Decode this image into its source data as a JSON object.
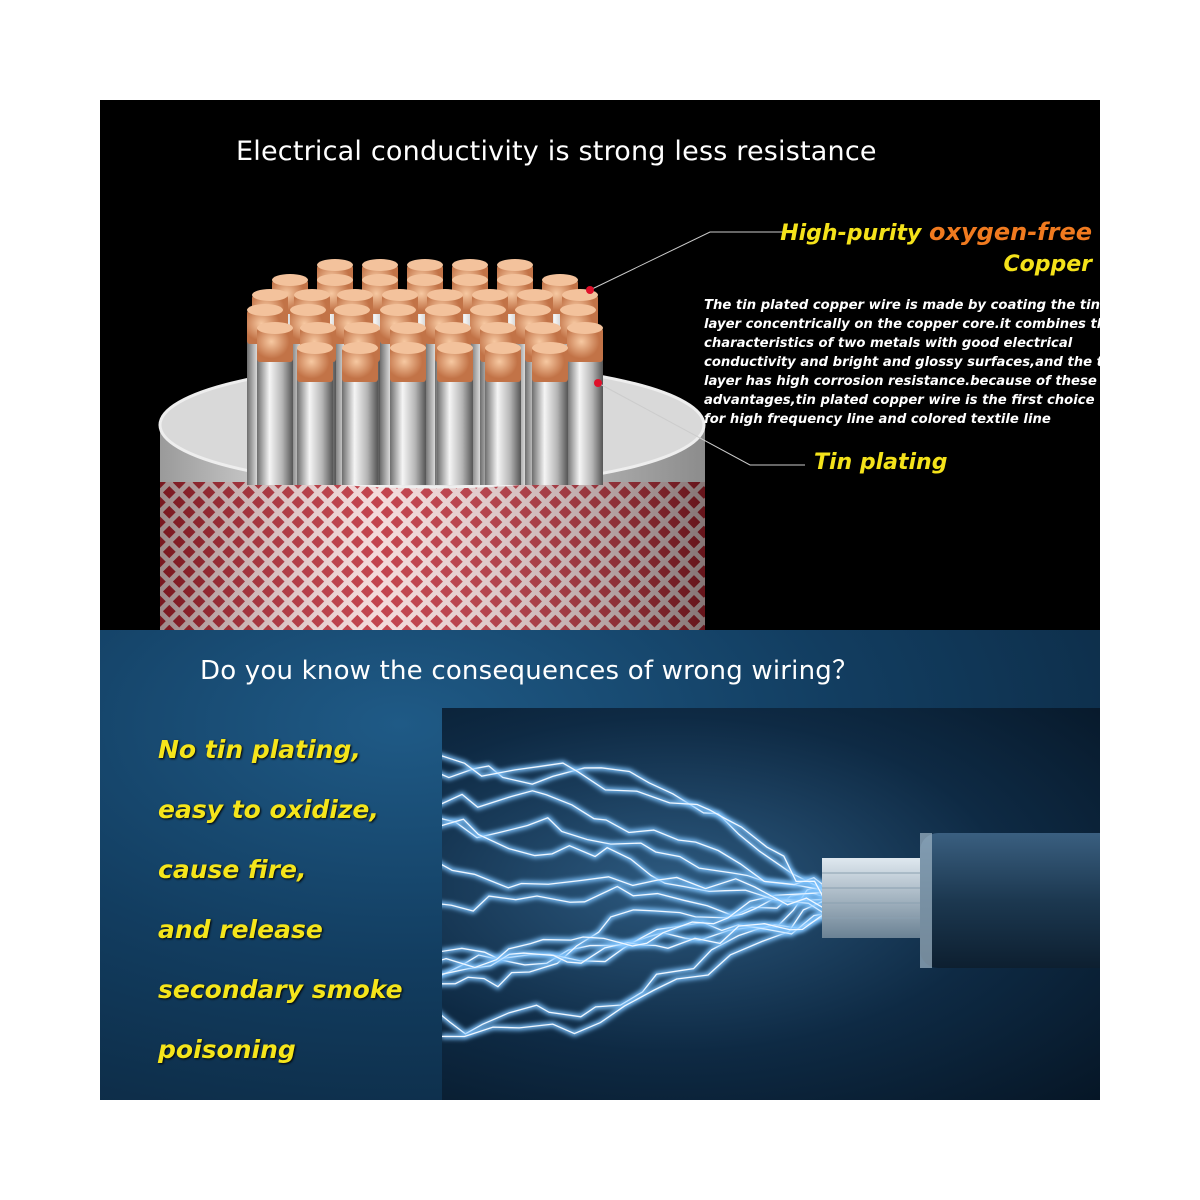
{
  "top_panel": {
    "title": "Electrical conductivity is strong less resistance",
    "callout_copper": {
      "prefix": "High-purity",
      "highlight": "oxygen-free",
      "line2": "Copper"
    },
    "callout_tin": "Tin plating",
    "description_lines": [
      "The tin plated copper wire is made by coating the tin",
      "layer concentrically on the copper core.it combines the",
      "characteristics of two metals with good electrical",
      "conductivity and bright and glossy surfaces,and the tin",
      "layer has high corrosion resistance.because of these",
      "advantages,tin plated copper wire is the first choice",
      "for high frequency line and colored textile line"
    ]
  },
  "bottom_panel": {
    "title": "Do you know the consequences of wrong wiring？",
    "warning_lines": [
      "No tin plating,",
      "easy to oxidize,",
      "cause fire,",
      "and release",
      "secondary smoke",
      "poisoning"
    ]
  },
  "colors": {
    "accent_yellow": "#f4e21a",
    "accent_orange": "#f07a1f",
    "copper": "#d98b5a",
    "mesh_red": "#c0303c"
  }
}
